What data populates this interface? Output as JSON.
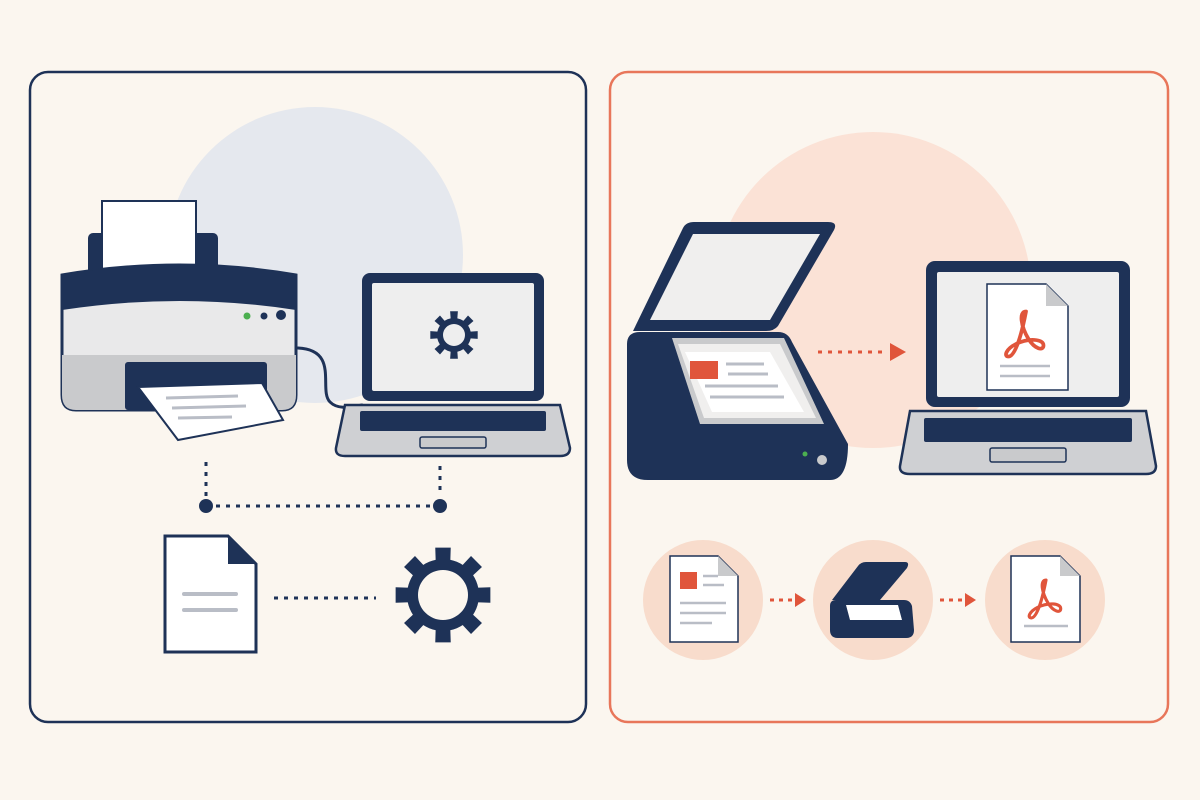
{
  "colors": {
    "background": "#fbf6ef",
    "navy": "#1e3257",
    "coral": "#e8765a",
    "coral_dark": "#e0553b",
    "left_circle": "#e5e8ee",
    "right_circle": "#fbe2d6",
    "small_circle": "#f8dccc",
    "paper": "#ffffff",
    "screen": "#eeeeee",
    "device_light": "#e9e9ea",
    "device_mid": "#c9cacc",
    "laptop_base": "#cfd0d3",
    "glass": "#f0efee",
    "text_line": "#b9bdc6"
  },
  "panels": [
    {
      "id": "print-panel",
      "accent": "navy"
    },
    {
      "id": "scan-panel",
      "accent": "coral"
    }
  ],
  "print_panel": {
    "icons": [
      "printer-icon",
      "laptop-icon",
      "gear-icon",
      "connection-line",
      "document-icon",
      "settings-gear-icon"
    ]
  },
  "scan_panel": {
    "icons": [
      "flatbed-scanner-icon",
      "arrow-icon",
      "laptop-icon",
      "pdf-document-icon"
    ],
    "steps": [
      {
        "name": "document-step",
        "icon": "document-icon"
      },
      {
        "name": "scanner-step",
        "icon": "scanner-icon"
      },
      {
        "name": "pdf-step",
        "icon": "pdf-icon"
      }
    ]
  }
}
